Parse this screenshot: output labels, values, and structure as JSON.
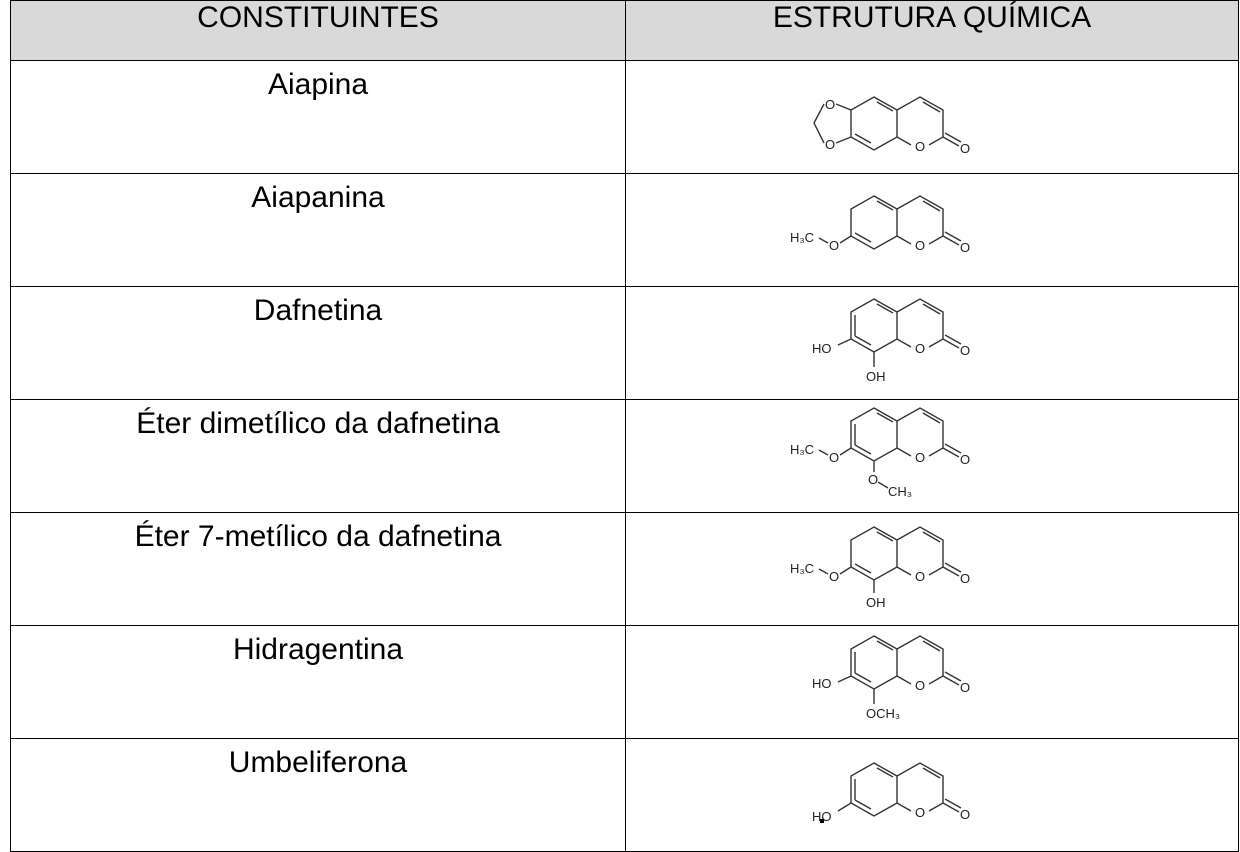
{
  "table": {
    "headers": [
      "CONSTITUINTES",
      "ESTRUTURA QUÍMICA"
    ],
    "rows": [
      {
        "name": "Aiapina",
        "structure": {
          "labels": [
            "O",
            "O",
            "O",
            "O"
          ]
        }
      },
      {
        "name": "Aiapanina",
        "structure": {
          "labels": [
            "H₃C",
            "O",
            "O",
            "O"
          ]
        }
      },
      {
        "name": "Dafnetina",
        "structure": {
          "labels": [
            "HO",
            "OH",
            "O",
            "O"
          ]
        }
      },
      {
        "name": "Éter dimetílico da dafnetina",
        "structure": {
          "labels": [
            "H₃C",
            "O",
            "O",
            "CH₃",
            "O",
            "O"
          ]
        }
      },
      {
        "name": "Éter 7-metílico da dafnetina",
        "structure": {
          "labels": [
            "H₃C",
            "O",
            "OH",
            "O",
            "O"
          ]
        }
      },
      {
        "name": "Hidragentina",
        "structure": {
          "labels": [
            "HO",
            "OCH₃",
            "O",
            "O"
          ]
        }
      },
      {
        "name": "Umbeliferona",
        "structure": {
          "labels": [
            "HO",
            "O",
            "O"
          ]
        }
      }
    ]
  }
}
